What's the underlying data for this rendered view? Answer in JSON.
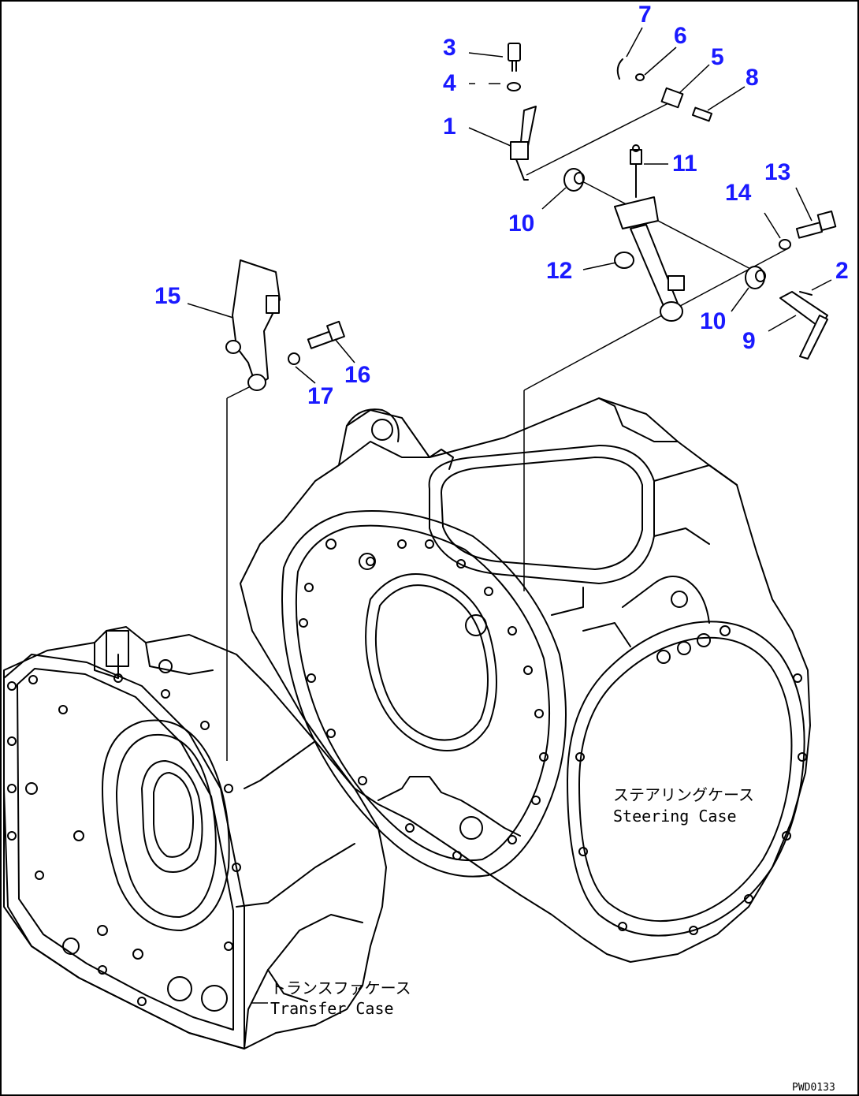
{
  "diagram": {
    "part_labels": [
      {
        "id": "p1",
        "text": "1"
      },
      {
        "id": "p2",
        "text": "2"
      },
      {
        "id": "p3",
        "text": "3"
      },
      {
        "id": "p4",
        "text": "4"
      },
      {
        "id": "p5",
        "text": "5"
      },
      {
        "id": "p6",
        "text": "6"
      },
      {
        "id": "p7",
        "text": "7"
      },
      {
        "id": "p8",
        "text": "8"
      },
      {
        "id": "p9",
        "text": "9"
      },
      {
        "id": "p10a",
        "text": "10"
      },
      {
        "id": "p10b",
        "text": "10"
      },
      {
        "id": "p11",
        "text": "11"
      },
      {
        "id": "p12",
        "text": "12"
      },
      {
        "id": "p13",
        "text": "13"
      },
      {
        "id": "p14",
        "text": "14"
      },
      {
        "id": "p15",
        "text": "15"
      },
      {
        "id": "p16",
        "text": "16"
      },
      {
        "id": "p17",
        "text": "17"
      }
    ],
    "steering_case": {
      "label_jp": "ステアリングケース",
      "label_en": "Steering Case"
    },
    "transfer_case": {
      "label_jp": "トランスファケース",
      "label_en": "Transfer Case"
    },
    "drawing_code": "PWD0133"
  },
  "colors": {
    "label_blue": "#1a1aff",
    "line_black": "#000000",
    "background": "#ffffff"
  }
}
